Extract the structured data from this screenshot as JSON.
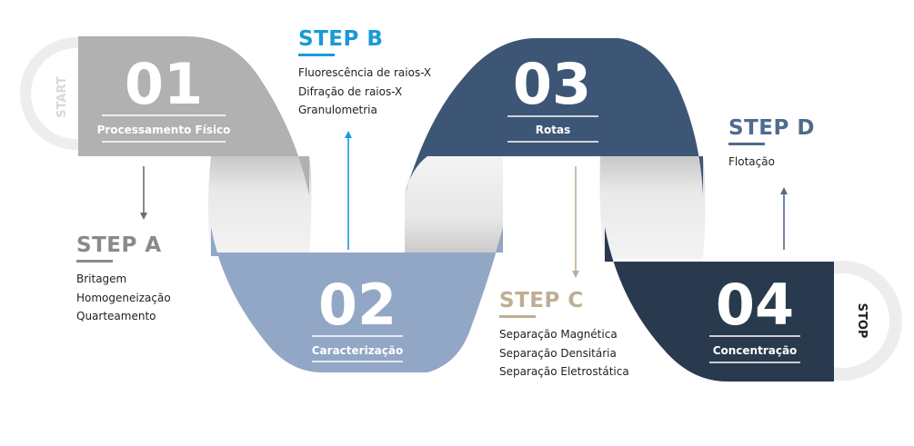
{
  "terminals": {
    "start": "START",
    "stop": "STOP"
  },
  "blocks": [
    {
      "number": "01",
      "label": "Processamento Físico",
      "color": "#b1b1b1"
    },
    {
      "number": "02",
      "label": "Caracterização",
      "color": "#91a7c5"
    },
    {
      "number": "03",
      "label": "Rotas",
      "color": "#3d5675"
    },
    {
      "number": "04",
      "label": "Concentração",
      "color": "#293a4e"
    }
  ],
  "steps": [
    {
      "title": "STEP A",
      "color": "#8a8a8a",
      "items": [
        "Britagem",
        "Homogeneização",
        "Quarteamento"
      ]
    },
    {
      "title": "STEP B",
      "color": "#1a9ad6",
      "items": [
        "Fluorescência de raios-X",
        "Difração de raios-X",
        "Granulometria"
      ]
    },
    {
      "title": "STEP C",
      "color": "#bfae94",
      "items": [
        "Separação Magnética",
        "Separação Densitária",
        "Separação Eletrostática"
      ]
    },
    {
      "title": "STEP D",
      "color": "#4f6b8e",
      "items": [
        "Flotação"
      ]
    }
  ]
}
